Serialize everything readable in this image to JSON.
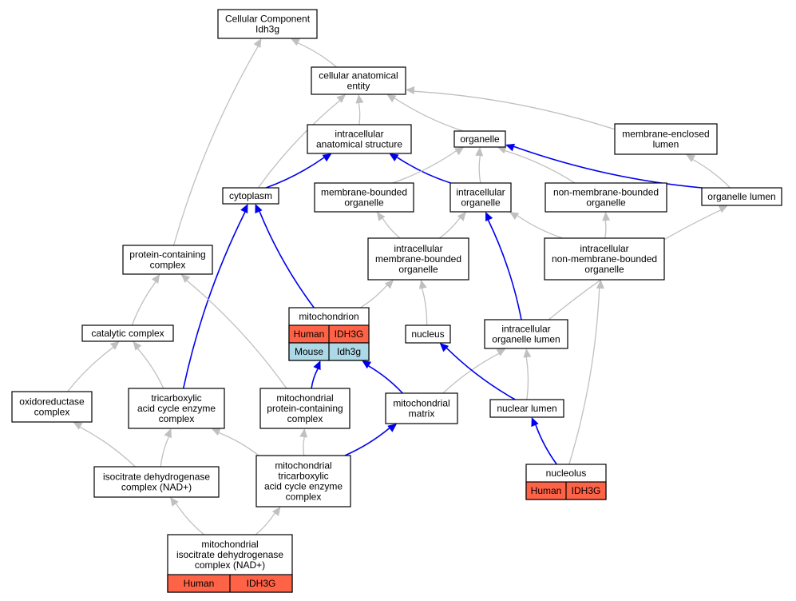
{
  "colors": {
    "human": "#ff6347",
    "mouse": "#add8e6",
    "edge_is_a": "#c0c0c0",
    "edge_part_of": "#0000ee"
  },
  "nodes": [
    {
      "id": "root",
      "lines": [
        "Cellular Component",
        "Idh3g"
      ]
    },
    {
      "id": "cae",
      "lines": [
        "cellular anatomical",
        "entity"
      ]
    },
    {
      "id": "ias",
      "lines": [
        "intracellular",
        "anatomical structure"
      ]
    },
    {
      "id": "organelle",
      "lines": [
        "organelle"
      ]
    },
    {
      "id": "mel",
      "lines": [
        "membrane-enclosed",
        "lumen"
      ]
    },
    {
      "id": "cytoplasm",
      "lines": [
        "cytoplasm"
      ]
    },
    {
      "id": "mbo",
      "lines": [
        "membrane-bounded",
        "organelle"
      ]
    },
    {
      "id": "io",
      "lines": [
        "intracellular",
        "organelle"
      ]
    },
    {
      "id": "nmbo",
      "lines": [
        "non-membrane-bounded",
        "organelle"
      ]
    },
    {
      "id": "ol",
      "lines": [
        "organelle lumen"
      ]
    },
    {
      "id": "pcc",
      "lines": [
        "protein-containing",
        "complex"
      ]
    },
    {
      "id": "imbo",
      "lines": [
        "intracellular",
        "membrane-bounded",
        "organelle"
      ]
    },
    {
      "id": "inmbo",
      "lines": [
        "intracellular",
        "non-membrane-bounded",
        "organelle"
      ]
    },
    {
      "id": "mito",
      "lines": [
        "mitochondrion"
      ],
      "cells": [
        [
          "Human",
          "IDH3G"
        ],
        [
          "Mouse",
          "Idh3g"
        ]
      ]
    },
    {
      "id": "catc",
      "lines": [
        "catalytic complex"
      ]
    },
    {
      "id": "nucleus",
      "lines": [
        "nucleus"
      ]
    },
    {
      "id": "iol",
      "lines": [
        "intracellular",
        "organelle lumen"
      ]
    },
    {
      "id": "oxc",
      "lines": [
        "oxidoreductase",
        "complex"
      ]
    },
    {
      "id": "tcac",
      "lines": [
        "tricarboxylic",
        "acid cycle enzyme",
        "complex"
      ]
    },
    {
      "id": "mpcc",
      "lines": [
        "mitochondrial",
        "protein-containing",
        "complex"
      ]
    },
    {
      "id": "mm",
      "lines": [
        "mitochondrial",
        "matrix"
      ]
    },
    {
      "id": "nl",
      "lines": [
        "nuclear lumen"
      ]
    },
    {
      "id": "idc",
      "lines": [
        "isocitrate dehydrogenase",
        "complex (NAD+)"
      ]
    },
    {
      "id": "mtcac",
      "lines": [
        "mitochondrial",
        "tricarboxylic",
        "acid cycle enzyme",
        "complex"
      ]
    },
    {
      "id": "nucleolus",
      "lines": [
        "nucleolus"
      ],
      "cells": [
        [
          "Human",
          "IDH3G"
        ]
      ]
    },
    {
      "id": "midc",
      "lines": [
        "mitochondrial",
        "isocitrate dehydrogenase",
        "complex (NAD+)"
      ],
      "cells": [
        [
          "Human",
          "IDH3G"
        ]
      ]
    }
  ],
  "edges": [
    {
      "from": "cae",
      "to": "root",
      "type": "is_a"
    },
    {
      "from": "pcc",
      "to": "root",
      "type": "is_a"
    },
    {
      "from": "ias",
      "to": "cae",
      "type": "is_a"
    },
    {
      "from": "organelle",
      "to": "cae",
      "type": "is_a"
    },
    {
      "from": "mel",
      "to": "cae",
      "type": "is_a"
    },
    {
      "from": "cytoplasm",
      "to": "cae",
      "type": "is_a"
    },
    {
      "from": "cytoplasm",
      "to": "ias",
      "type": "part_of"
    },
    {
      "from": "io",
      "to": "ias",
      "type": "part_of"
    },
    {
      "from": "mbo",
      "to": "organelle",
      "type": "is_a"
    },
    {
      "from": "io",
      "to": "organelle",
      "type": "is_a"
    },
    {
      "from": "nmbo",
      "to": "organelle",
      "type": "is_a"
    },
    {
      "from": "ol",
      "to": "organelle",
      "type": "part_of"
    },
    {
      "from": "ol",
      "to": "mel",
      "type": "is_a"
    },
    {
      "from": "imbo",
      "to": "mbo",
      "type": "is_a"
    },
    {
      "from": "imbo",
      "to": "io",
      "type": "is_a"
    },
    {
      "from": "inmbo",
      "to": "io",
      "type": "is_a"
    },
    {
      "from": "inmbo",
      "to": "nmbo",
      "type": "is_a"
    },
    {
      "from": "catc",
      "to": "pcc",
      "type": "is_a"
    },
    {
      "from": "mito",
      "to": "imbo",
      "type": "is_a"
    },
    {
      "from": "mito",
      "to": "cytoplasm",
      "type": "part_of"
    },
    {
      "from": "nucleus",
      "to": "imbo",
      "type": "is_a"
    },
    {
      "from": "iol",
      "to": "ol",
      "type": "is_a"
    },
    {
      "from": "iol",
      "to": "io",
      "type": "part_of"
    },
    {
      "from": "oxc",
      "to": "catc",
      "type": "is_a"
    },
    {
      "from": "tcac",
      "to": "catc",
      "type": "is_a"
    },
    {
      "from": "tcac",
      "to": "cytoplasm",
      "type": "part_of"
    },
    {
      "from": "mpcc",
      "to": "pcc",
      "type": "is_a"
    },
    {
      "from": "mpcc",
      "to": "mito",
      "type": "part_of"
    },
    {
      "from": "mm",
      "to": "mito",
      "type": "part_of"
    },
    {
      "from": "mm",
      "to": "iol",
      "type": "is_a"
    },
    {
      "from": "nl",
      "to": "iol",
      "type": "is_a"
    },
    {
      "from": "nl",
      "to": "nucleus",
      "type": "part_of"
    },
    {
      "from": "idc",
      "to": "oxc",
      "type": "is_a"
    },
    {
      "from": "idc",
      "to": "tcac",
      "type": "is_a"
    },
    {
      "from": "mtcac",
      "to": "tcac",
      "type": "is_a"
    },
    {
      "from": "mtcac",
      "to": "mpcc",
      "type": "is_a"
    },
    {
      "from": "mtcac",
      "to": "mm",
      "type": "part_of"
    },
    {
      "from": "nucleolus",
      "to": "nl",
      "type": "part_of"
    },
    {
      "from": "nucleolus",
      "to": "inmbo",
      "type": "is_a"
    },
    {
      "from": "midc",
      "to": "idc",
      "type": "is_a"
    },
    {
      "from": "midc",
      "to": "mtcac",
      "type": "is_a"
    }
  ]
}
